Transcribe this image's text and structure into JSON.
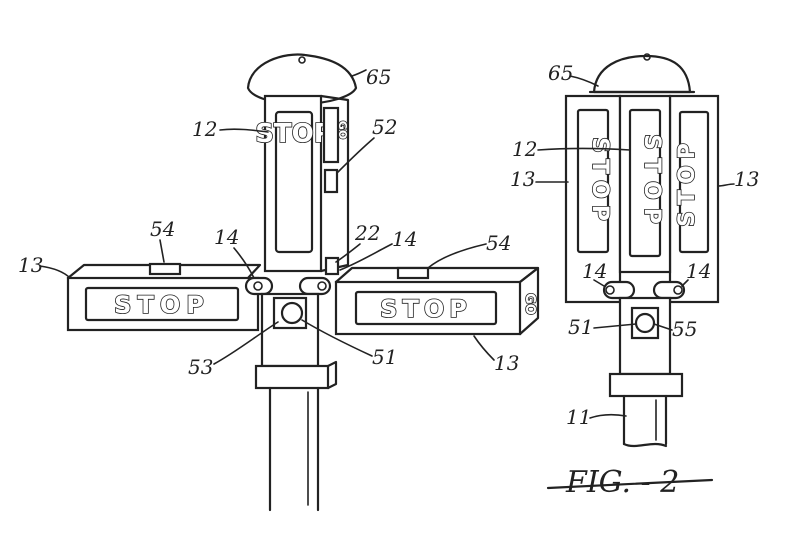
{
  "labels": {
    "stop": "STOP",
    "go": "GO",
    "n65": "65",
    "n12": "12",
    "n52": "52",
    "n54": "54",
    "n14": "14",
    "n22": "22",
    "n13": "13",
    "n53": "53",
    "n51": "51",
    "n55": "55",
    "n11": "11"
  },
  "caption": "FIG. - 2",
  "colors": {
    "ink": "#222222",
    "paper": "#ffffff"
  }
}
